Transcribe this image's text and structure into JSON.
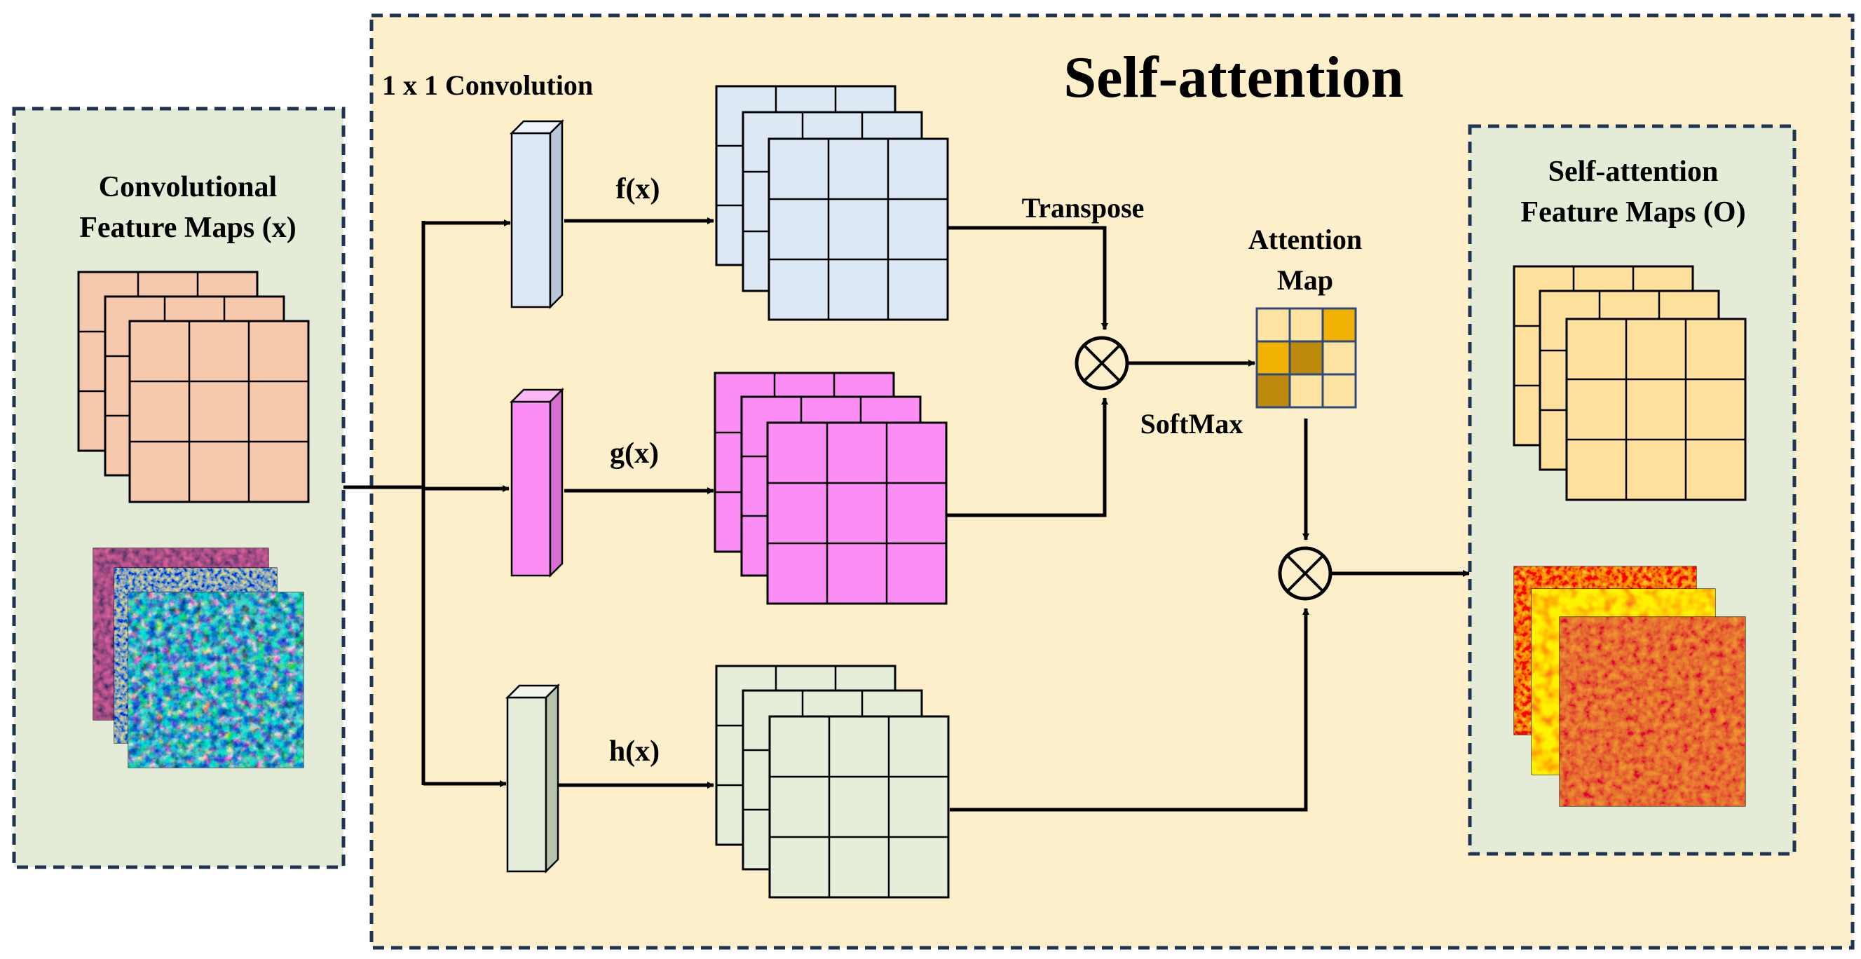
{
  "title": "Self-attention",
  "conv_label": "1 x 1 Convolution",
  "input": {
    "line1": "Convolutional",
    "line2": "Feature Maps (x)"
  },
  "output": {
    "line1": "Self-attention",
    "line2": "Feature Maps (O)"
  },
  "branches": {
    "f": "f(x)",
    "g": "g(x)",
    "h": "h(x)"
  },
  "transpose": "Transpose",
  "softmax": "SoftMax",
  "attention": {
    "line1": "Attention",
    "line2": "Map"
  },
  "colors": {
    "main_bg": "#fdefc9",
    "panel_bg": "#e4ecd7",
    "border": "#1f3352",
    "input_cell": "#f7c9ac",
    "f_cell": "#dde8f5",
    "g_cell": "#fb8df5",
    "h_cell": "#e4eed9",
    "output_cell": "#fde09b",
    "attention_light": "#fde4a2",
    "attention_mid": "#f1b203",
    "attention_dark": "#be8a0e"
  },
  "attention_map": [
    [
      "light",
      "light",
      "mid"
    ],
    [
      "mid",
      "dark",
      "light"
    ],
    [
      "dark",
      "light",
      "light"
    ]
  ]
}
